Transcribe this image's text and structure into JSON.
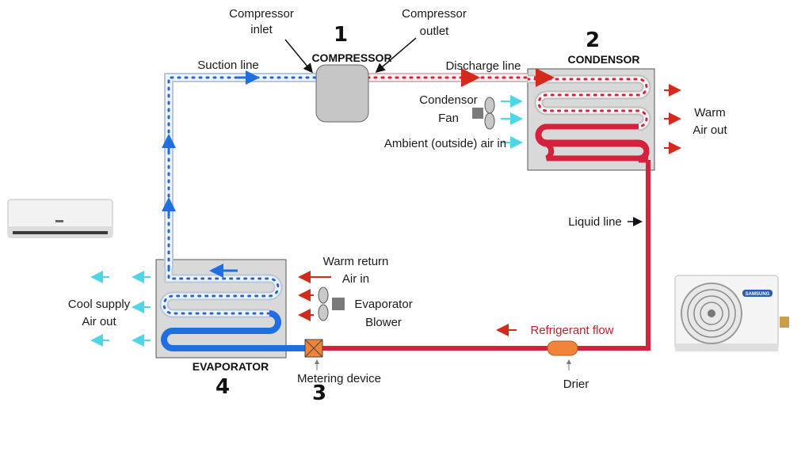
{
  "labels": {
    "compressor_inlet": [
      "Compressor",
      "inlet"
    ],
    "compressor_outlet": [
      "Compressor",
      "outlet"
    ],
    "num1": "1",
    "compressor": "COMPRESSOR",
    "num2": "2",
    "condensor": "CONDENSOR",
    "suction_line": "Suction line",
    "discharge_line": "Discharge line",
    "condensor_fan": [
      "Condensor",
      "Fan"
    ],
    "ambient_air": "Ambient (outside) air in",
    "warm_air_out": [
      "Warm",
      "Air out"
    ],
    "liquid_line": "Liquid line",
    "warm_return": [
      "Warm return",
      "Air in"
    ],
    "evaporator_blower": [
      "Evaporator",
      "Blower"
    ],
    "cool_supply": [
      "Cool supply",
      "Air out"
    ],
    "refrigerant_flow": "Refrigerant flow",
    "evaporator": "EVAPORATOR",
    "num4": "4",
    "metering_device": "Metering device",
    "num3": "3",
    "drier": "Drier",
    "samsung": "SAMSUNG"
  },
  "colors": {
    "hot_line": "#d4213d",
    "cold_line": "#1f6fe0",
    "suction_line": "#e2ecf8",
    "suction_dots": "#2a66c9",
    "discharge_dots": "#d4213d",
    "cyan_arrow": "#4fd6e6",
    "red_arrow": "#d42a1e",
    "unit_box": "#d9d9d9",
    "compressor_body": "#c6c6c6",
    "metering": "#f0843a",
    "drier": "#f0843a"
  }
}
